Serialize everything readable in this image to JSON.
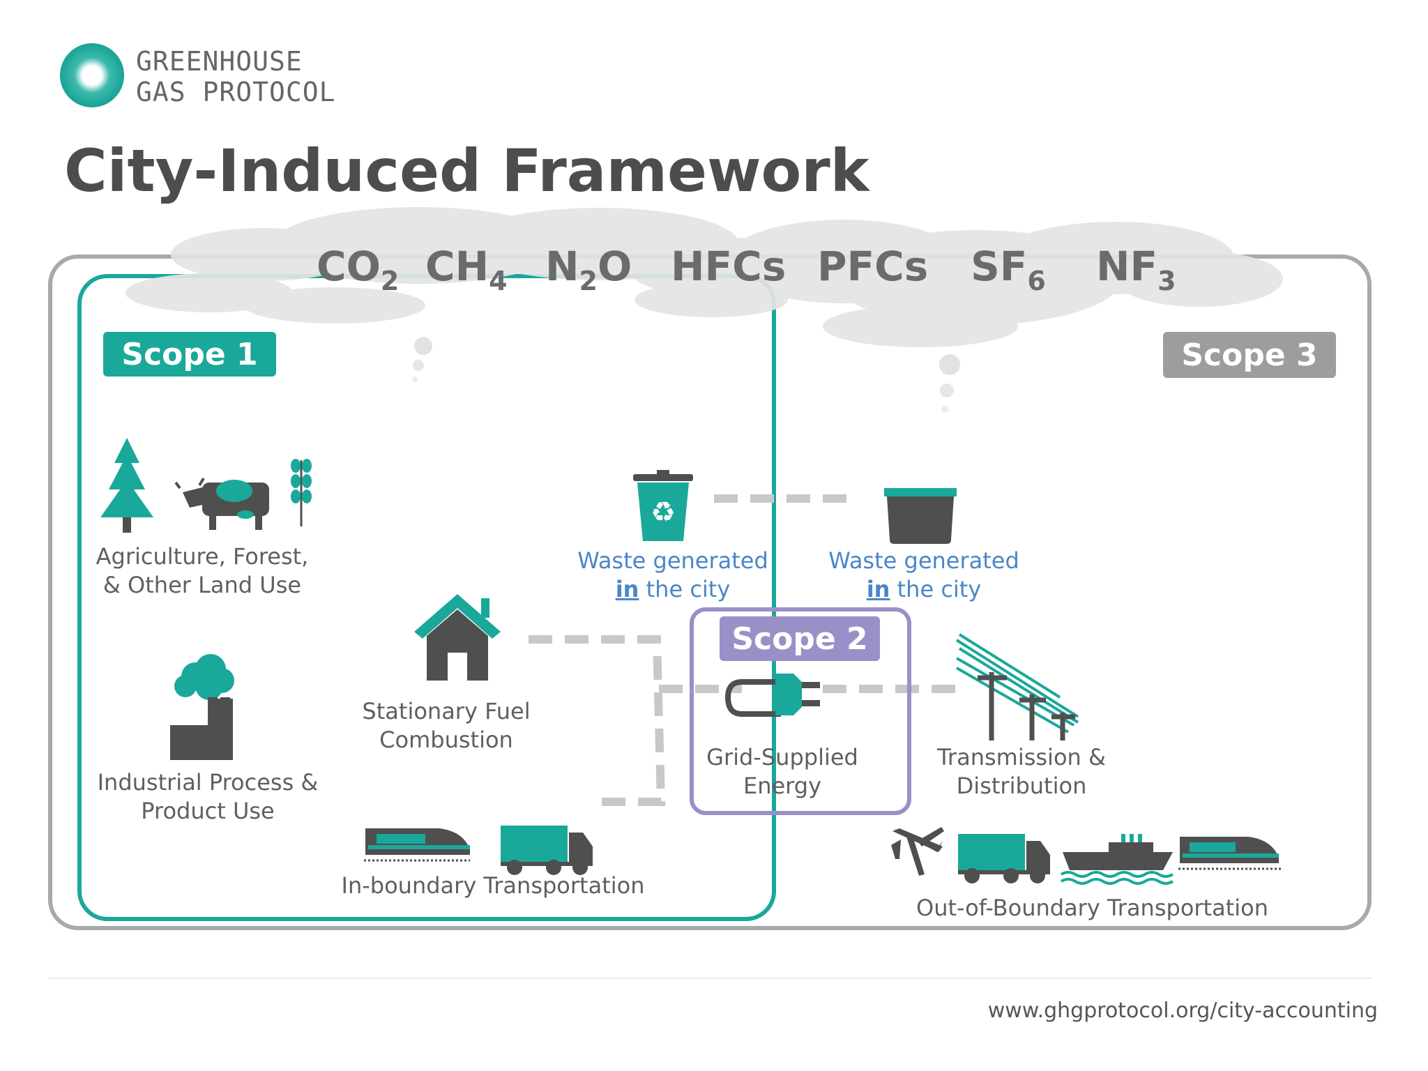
{
  "logo": {
    "line1": "GREENHOUSE",
    "line2": "GAS PROTOCOL"
  },
  "title": "City-Induced Framework",
  "gases": [
    {
      "base": "CO",
      "sub": "2"
    },
    {
      "base": "CH",
      "sub": "4"
    },
    {
      "base": "N",
      "sub": "2",
      "after": "O"
    },
    {
      "base": "HFCs",
      "sub": ""
    },
    {
      "base": "PFCs",
      "sub": ""
    },
    {
      "base": "SF",
      "sub": "6"
    },
    {
      "base": "NF",
      "sub": "3"
    }
  ],
  "scopes": {
    "scope1": "Scope 1",
    "scope2": "Scope 2",
    "scope3": "Scope 3"
  },
  "sources": {
    "afolu": {
      "line1": "Agriculture, Forest,",
      "line2": "& Other Land Use"
    },
    "ippu": {
      "line1": "Industrial Process &",
      "line2": "Product Use"
    },
    "stationary": {
      "line1": "Stationary Fuel",
      "line2": "Combustion"
    },
    "waste_in": {
      "line1": "Waste generated",
      "line2_bold": "in",
      "line2_rest": " the city"
    },
    "waste_out": {
      "line1": "Waste generated",
      "line2_bold": "in",
      "line2_rest": " the city"
    },
    "grid": {
      "line1": "Grid-Supplied",
      "line2": "Energy"
    },
    "td": {
      "line1": "Transmission &",
      "line2": "Distribution"
    },
    "transport_in": "In-boundary Transportation",
    "transport_out": "Out-of-Boundary Transportation"
  },
  "footer": {
    "url": "www.ghgprotocol.org/city-accounting"
  },
  "colors": {
    "teal": "#1aa89a",
    "gray_icon": "#4f4f4f",
    "purple": "#9a90c8",
    "scope3_gray": "#9d9d9d",
    "blue_text": "#4a86c8",
    "dash": "#c8c8c8"
  }
}
